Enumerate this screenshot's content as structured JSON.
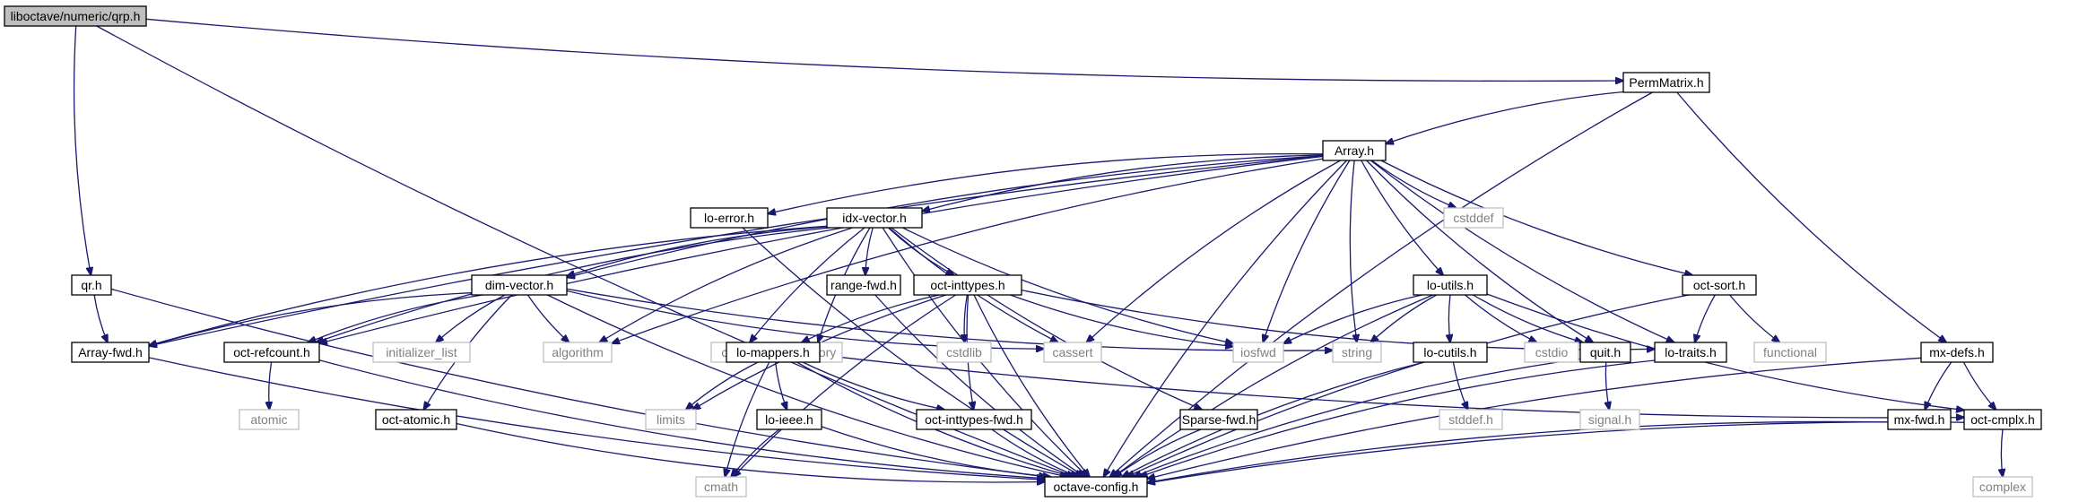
{
  "nodes": [
    {
      "id": "qrp",
      "label": "liboctave/numeric/qrp.h",
      "kind": "main"
    },
    {
      "id": "permmatrix",
      "label": "PermMatrix.h",
      "kind": "local"
    },
    {
      "id": "array",
      "label": "Array.h",
      "kind": "local"
    },
    {
      "id": "qr",
      "label": "qr.h",
      "kind": "local"
    },
    {
      "id": "loerror",
      "label": "lo-error.h",
      "kind": "local"
    },
    {
      "id": "idxvector",
      "label": "idx-vector.h",
      "kind": "local"
    },
    {
      "id": "cstddef",
      "label": "cstddef",
      "kind": "system"
    },
    {
      "id": "octsort",
      "label": "oct-sort.h",
      "kind": "local"
    },
    {
      "id": "loutils",
      "label": "lo-utils.h",
      "kind": "local"
    },
    {
      "id": "mxdefs",
      "label": "mx-defs.h",
      "kind": "local"
    },
    {
      "id": "dimvector",
      "label": "dim-vector.h",
      "kind": "local"
    },
    {
      "id": "cstring",
      "label": "cstring",
      "kind": "system"
    },
    {
      "id": "memory",
      "label": "memory",
      "kind": "system"
    },
    {
      "id": "rangefwd",
      "label": "range-fwd.h",
      "kind": "local"
    },
    {
      "id": "octinttypes",
      "label": "oct-inttypes.h",
      "kind": "local"
    },
    {
      "id": "arrayfwd",
      "label": "Array-fwd.h",
      "kind": "local"
    },
    {
      "id": "octrefcount",
      "label": "oct-refcount.h",
      "kind": "local"
    },
    {
      "id": "initlist",
      "label": "initializer_list",
      "kind": "system"
    },
    {
      "id": "algorithm",
      "label": "algorithm",
      "kind": "system"
    },
    {
      "id": "cstdlib",
      "label": "cstdlib",
      "kind": "system"
    },
    {
      "id": "cassert",
      "label": "cassert",
      "kind": "system"
    },
    {
      "id": "iosfwd",
      "label": "iosfwd",
      "kind": "system"
    },
    {
      "id": "string",
      "label": "string",
      "kind": "system"
    },
    {
      "id": "locutils",
      "label": "lo-cutils.h",
      "kind": "local"
    },
    {
      "id": "cstdio",
      "label": "cstdio",
      "kind": "system"
    },
    {
      "id": "quit",
      "label": "quit.h",
      "kind": "local"
    },
    {
      "id": "lotraits",
      "label": "lo-traits.h",
      "kind": "local"
    },
    {
      "id": "functional",
      "label": "functional",
      "kind": "system"
    },
    {
      "id": "lomappers",
      "label": "lo-mappers.h",
      "kind": "local"
    },
    {
      "id": "atomic",
      "label": "atomic",
      "kind": "system"
    },
    {
      "id": "octatomic",
      "label": "oct-atomic.h",
      "kind": "local"
    },
    {
      "id": "limits",
      "label": "limits",
      "kind": "system"
    },
    {
      "id": "loieee",
      "label": "lo-ieee.h",
      "kind": "local"
    },
    {
      "id": "octinttypesfwd",
      "label": "oct-inttypes-fwd.h",
      "kind": "local"
    },
    {
      "id": "sparsefwd",
      "label": "Sparse-fwd.h",
      "kind": "local"
    },
    {
      "id": "stddefh",
      "label": "stddef.h",
      "kind": "system"
    },
    {
      "id": "signalh",
      "label": "signal.h",
      "kind": "system"
    },
    {
      "id": "mxfwd",
      "label": "mx-fwd.h",
      "kind": "local"
    },
    {
      "id": "octcmplx",
      "label": "oct-cmplx.h",
      "kind": "local"
    },
    {
      "id": "cmath",
      "label": "cmath",
      "kind": "system"
    },
    {
      "id": "octaveconfig",
      "label": "octave-config.h",
      "kind": "local"
    },
    {
      "id": "complex",
      "label": "complex",
      "kind": "system"
    }
  ],
  "edges": [
    [
      "qrp",
      "permmatrix"
    ],
    [
      "qrp",
      "qr"
    ],
    [
      "qrp",
      "octaveconfig"
    ],
    [
      "permmatrix",
      "array"
    ],
    [
      "permmatrix",
      "mxdefs"
    ],
    [
      "permmatrix",
      "octaveconfig"
    ],
    [
      "array",
      "loerror"
    ],
    [
      "array",
      "idxvector"
    ],
    [
      "array",
      "cstddef"
    ],
    [
      "array",
      "octsort"
    ],
    [
      "array",
      "loutils"
    ],
    [
      "array",
      "dimvector"
    ],
    [
      "array",
      "arrayfwd"
    ],
    [
      "array",
      "octrefcount"
    ],
    [
      "array",
      "algorithm"
    ],
    [
      "array",
      "cassert"
    ],
    [
      "array",
      "iosfwd"
    ],
    [
      "array",
      "string"
    ],
    [
      "array",
      "quit"
    ],
    [
      "array",
      "lotraits"
    ],
    [
      "array",
      "octaveconfig"
    ],
    [
      "qr",
      "arrayfwd"
    ],
    [
      "qr",
      "octaveconfig"
    ],
    [
      "loerror",
      "octaveconfig"
    ],
    [
      "idxvector",
      "dimvector"
    ],
    [
      "idxvector",
      "cstring"
    ],
    [
      "idxvector",
      "memory"
    ],
    [
      "idxvector",
      "rangefwd"
    ],
    [
      "idxvector",
      "octinttypes"
    ],
    [
      "idxvector",
      "arrayfwd"
    ],
    [
      "idxvector",
      "octrefcount"
    ],
    [
      "idxvector",
      "algorithm"
    ],
    [
      "idxvector",
      "cassert"
    ],
    [
      "idxvector",
      "iosfwd"
    ],
    [
      "idxvector",
      "sparsefwd"
    ],
    [
      "idxvector",
      "octaveconfig"
    ],
    [
      "dimvector",
      "arrayfwd"
    ],
    [
      "dimvector",
      "octrefcount"
    ],
    [
      "dimvector",
      "initlist"
    ],
    [
      "dimvector",
      "algorithm"
    ],
    [
      "dimvector",
      "cassert"
    ],
    [
      "dimvector",
      "string"
    ],
    [
      "dimvector",
      "octatomic"
    ],
    [
      "dimvector",
      "octaveconfig"
    ],
    [
      "octinttypes",
      "cstdlib"
    ],
    [
      "octinttypes",
      "iosfwd"
    ],
    [
      "octinttypes",
      "lotraits"
    ],
    [
      "octinttypes",
      "lomappers"
    ],
    [
      "octinttypes",
      "limits"
    ],
    [
      "octinttypes",
      "cmath"
    ],
    [
      "octinttypes",
      "octinttypesfwd"
    ],
    [
      "octinttypes",
      "octaveconfig"
    ],
    [
      "octsort",
      "lotraits"
    ],
    [
      "octsort",
      "functional"
    ],
    [
      "octsort",
      "octaveconfig"
    ],
    [
      "loutils",
      "iosfwd"
    ],
    [
      "loutils",
      "string"
    ],
    [
      "loutils",
      "locutils"
    ],
    [
      "loutils",
      "cstdio"
    ],
    [
      "loutils",
      "quit"
    ],
    [
      "loutils",
      "octcmplx"
    ],
    [
      "loutils",
      "octaveconfig"
    ],
    [
      "mxdefs",
      "mxfwd"
    ],
    [
      "mxdefs",
      "octcmplx"
    ],
    [
      "mxdefs",
      "octaveconfig"
    ],
    [
      "rangefwd",
      "octaveconfig"
    ],
    [
      "arrayfwd",
      "octaveconfig"
    ],
    [
      "octrefcount",
      "atomic"
    ],
    [
      "octrefcount",
      "octaveconfig"
    ],
    [
      "octatomic",
      "octaveconfig"
    ],
    [
      "lomappers",
      "limits"
    ],
    [
      "lomappers",
      "loieee"
    ],
    [
      "lomappers",
      "octinttypesfwd"
    ],
    [
      "lomappers",
      "cmath"
    ],
    [
      "lomappers",
      "octcmplx"
    ],
    [
      "lomappers",
      "octaveconfig"
    ],
    [
      "loieee",
      "cmath"
    ],
    [
      "loieee",
      "octaveconfig"
    ],
    [
      "octinttypesfwd",
      "octaveconfig"
    ],
    [
      "sparsefwd",
      "octaveconfig"
    ],
    [
      "locutils",
      "stddefh"
    ],
    [
      "locutils",
      "octaveconfig"
    ],
    [
      "quit",
      "signalh"
    ],
    [
      "quit",
      "octaveconfig"
    ],
    [
      "lotraits",
      "octaveconfig"
    ],
    [
      "mxfwd",
      "octaveconfig"
    ],
    [
      "octcmplx",
      "complex"
    ],
    [
      "octcmplx",
      "octaveconfig"
    ]
  ]
}
